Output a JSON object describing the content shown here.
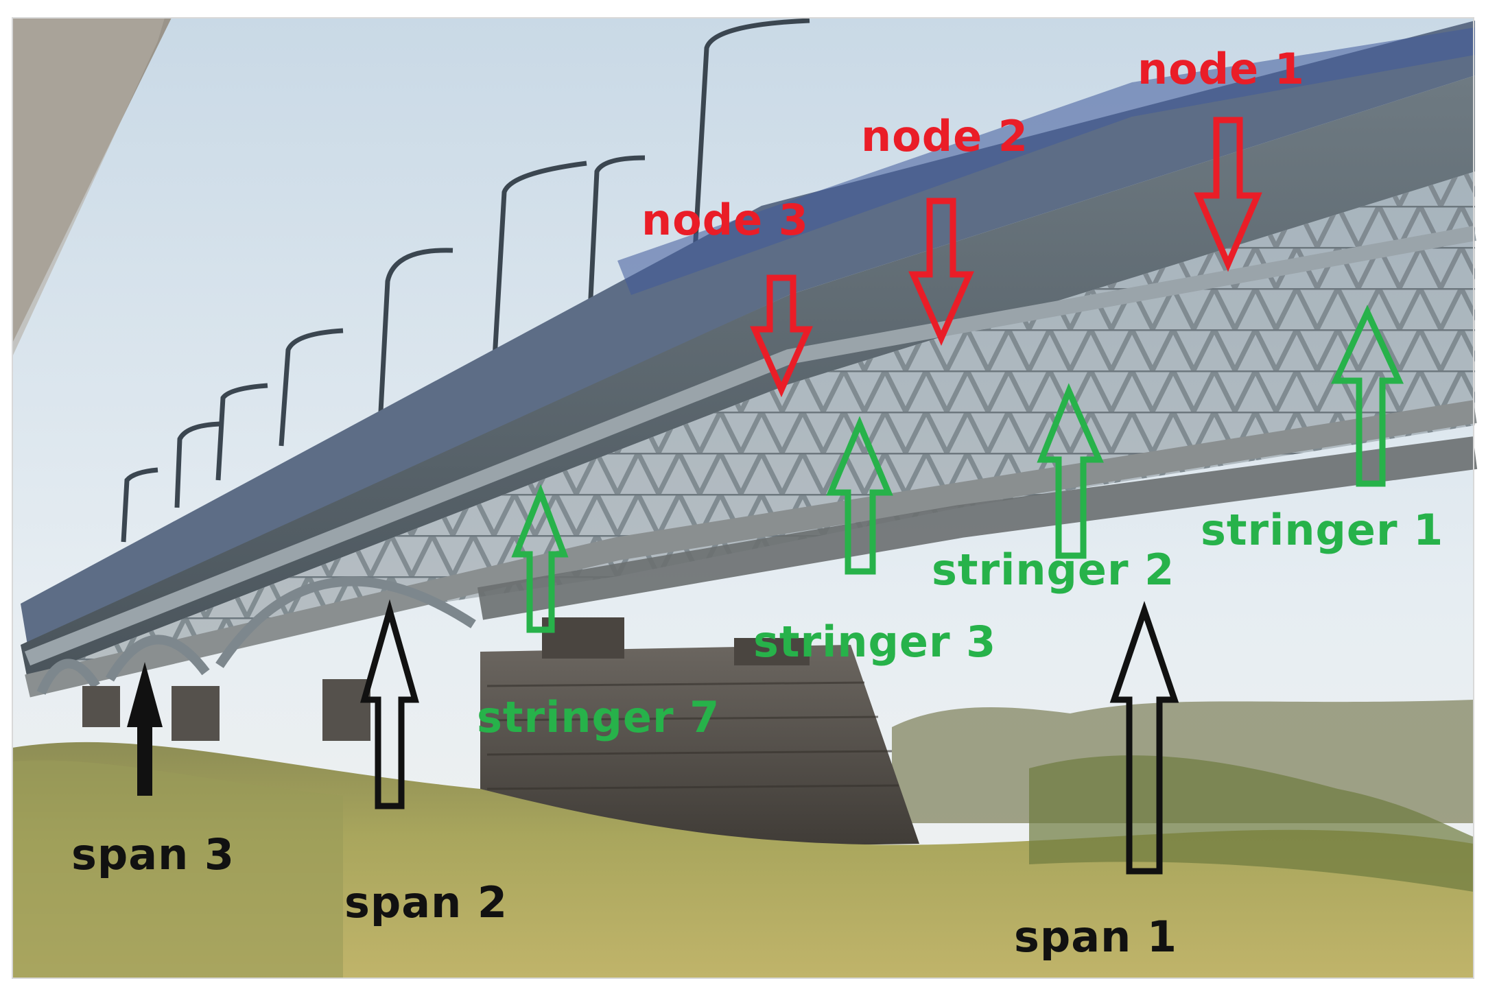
{
  "colors": {
    "node": "#ea1d27",
    "stringer": "#27b24a",
    "span": "#111111",
    "sky": "#dde7ef",
    "grass": "#a5a05c",
    "steel": "#59646c"
  },
  "labels": {
    "node_1": "node 1",
    "node_2": "node 2",
    "node_3": "node 3",
    "stringer_1": "stringer 1",
    "stringer_2": "stringer 2",
    "stringer_3": "stringer 3",
    "stringer_7": "stringer 7",
    "span_1": "span 1",
    "span_2": "span 2",
    "span_3": "span 3"
  }
}
